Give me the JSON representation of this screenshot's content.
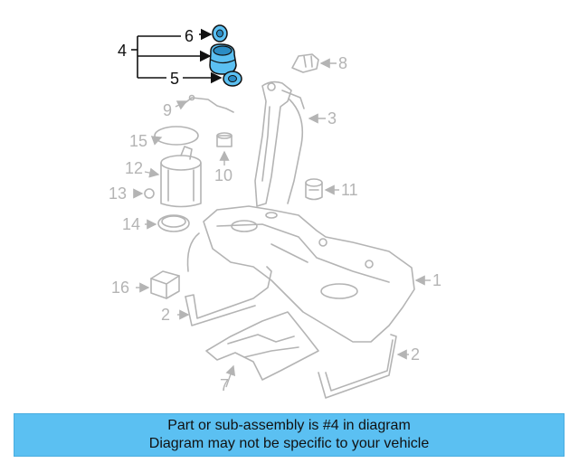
{
  "labels": {
    "l1": "1",
    "l2a": "2",
    "l2b": "2",
    "l3": "3",
    "l4": "4",
    "l5": "5",
    "l6": "6",
    "l7": "7",
    "l8": "8",
    "l9": "9",
    "l10": "10",
    "l11": "11",
    "l12": "12",
    "l13": "13",
    "l14": "14",
    "l15": "15",
    "l16": "16"
  },
  "banner": {
    "line1": "Part or sub-assembly is #4 in diagram",
    "line2": "Diagram may not be specific to your vehicle"
  },
  "colors": {
    "highlight": "#5bc0f2",
    "part_outline": "#b4b4b4",
    "callout_text": "#111111"
  }
}
